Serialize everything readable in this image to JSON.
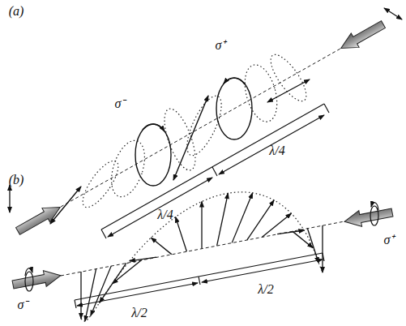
{
  "diagram": {
    "labels": [
      "(a)",
      "σ⁻",
      "σ⁺",
      "λ/4",
      "λ/4",
      "(b)",
      "σ⁺",
      "σ⁻",
      "λ/2",
      "λ/2"
    ]
  }
}
